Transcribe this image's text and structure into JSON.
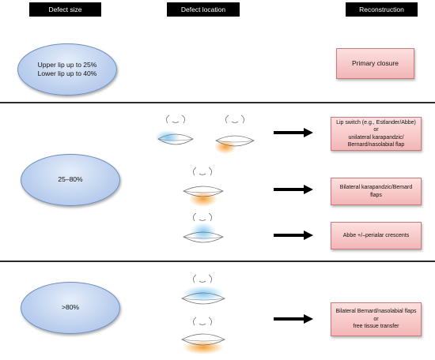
{
  "headers": {
    "defect_size": "Defect size",
    "defect_location": "Defect location",
    "reconstruction": "Reconstruction"
  },
  "rows": [
    {
      "size_label": "Upper lip up to 25%\nLower lip up to 40%",
      "reconstructions": [
        "Primary closure"
      ]
    },
    {
      "size_label": "25–80%",
      "reconstructions": [
        "Lip switch (e.g., Estlander/Abbe)\nor\nunilateral karapandzic/\nBernard/nasolabial flap",
        "Bilateral karapandzic/Bemard\nflaps",
        "Abbe +/–perialar crescents"
      ]
    },
    {
      "size_label": ">80%",
      "reconstructions": [
        "Bilateral Bemard/nasolabial flaps\nor\nfree tissue transfer"
      ]
    }
  ],
  "colors": {
    "header_bg": "#000000",
    "ellipse_fill": "#bcd0ee",
    "box_fill": "#f6c4c4",
    "blue_defect": "#7cc4f0",
    "orange_defect": "#f59a2a"
  }
}
